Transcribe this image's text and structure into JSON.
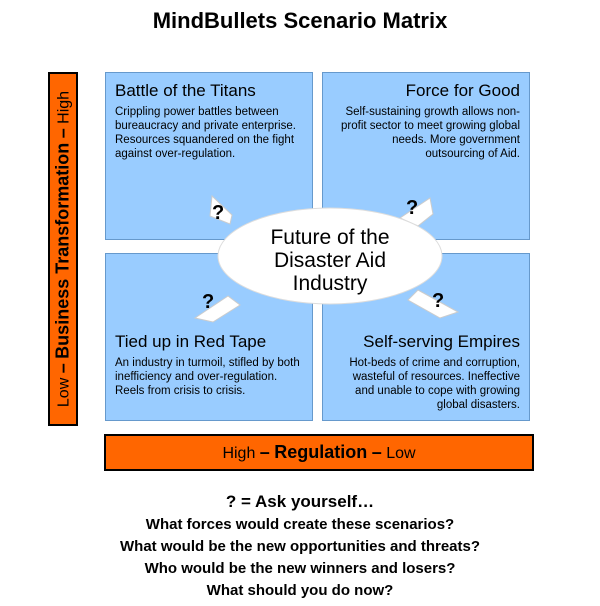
{
  "title": "MindBullets Scenario Matrix",
  "axes": {
    "vertical": {
      "low": "Low",
      "dash": "–",
      "name": "Business Transformation",
      "high": "High"
    },
    "horizontal": {
      "high": "High",
      "dash": "–",
      "name": "Regulation",
      "low": "Low"
    }
  },
  "center": {
    "line1": "Future of the",
    "line2": "Disaster Aid",
    "line3": "Industry"
  },
  "quadrants": {
    "top_left": {
      "title": "Battle of the Titans",
      "desc": "Crippling power battles between bureaucracy and private enterprise. Resources squandered on the fight against over-regulation."
    },
    "top_right": {
      "title": "Force for Good",
      "desc": "Self-sustaining growth allows non-profit sector to meet growing global needs. More government outsourcing of Aid."
    },
    "bottom_left": {
      "title": "Tied up in Red Tape",
      "desc": "An industry in turmoil, stifled by both inefficiency and over-regulation. Reels from crisis to crisis."
    },
    "bottom_right": {
      "title": "Self-serving Empires",
      "desc": "Hot-beds of crime and corruption, wasteful of resources. Ineffective and unable to cope with growing global disasters."
    }
  },
  "question_mark": "?",
  "legend": {
    "heading": "? = Ask yourself…",
    "questions": [
      "What forces would create these scenarios?",
      "What would be the new opportunities and threats?",
      "Who would be the new winners and losers?",
      "What should you do now?"
    ]
  },
  "colors": {
    "quadrant_fill": "#99ccff",
    "bar_fill": "#ff6600",
    "ellipse_fill": "#ffffff"
  }
}
